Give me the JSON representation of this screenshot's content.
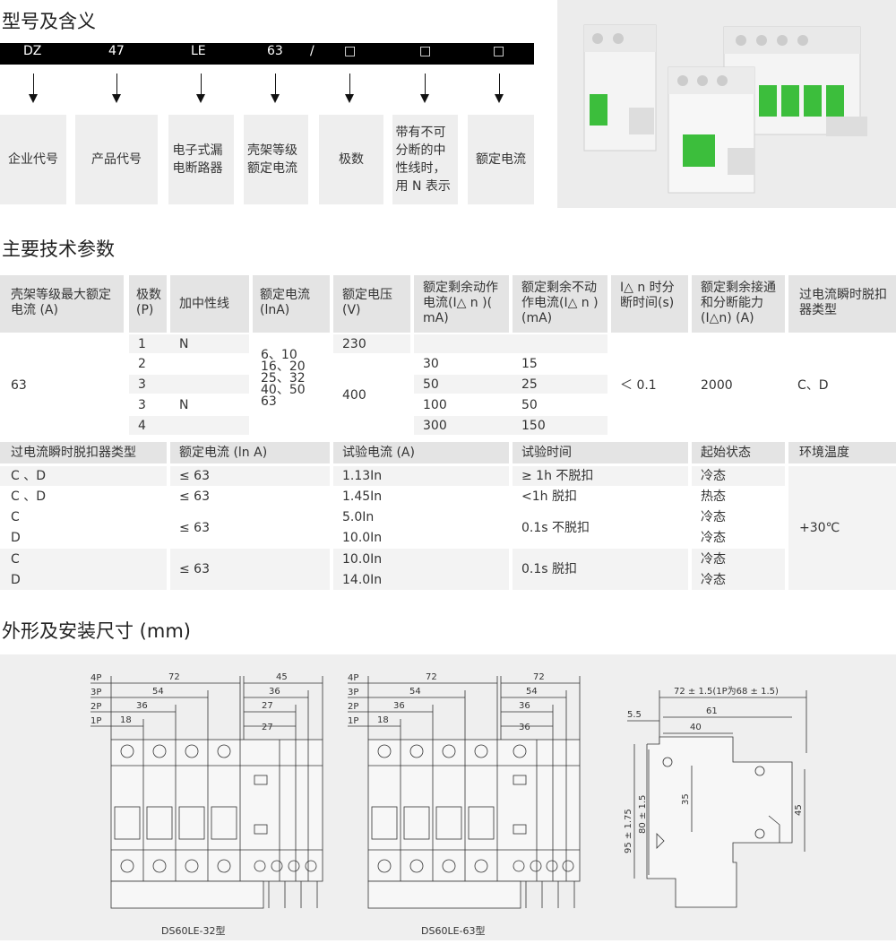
{
  "section1": {
    "title": "型号及含义",
    "code_parts": [
      "DZ",
      "47",
      "LE",
      "63",
      "/",
      "□",
      "□",
      "□"
    ],
    "meanings": [
      "企业代号",
      "产品代号",
      "电子式漏电断路器",
      "壳架等级额定电流",
      "极数",
      "带有不可分断的中性线时，用 N 表示",
      "额定电流"
    ]
  },
  "section2": {
    "title": "主要技术参数",
    "table1": {
      "headers": [
        "壳架等级最大额定电流 (A)",
        "极数(P)",
        "加中性线",
        "额定电流(lnA)",
        "额定电压(V)",
        "额定剩余动作电流(Ⅰ△ n )( mA)",
        "额定剩余不动作电流(Ⅰ△ n )(mA)",
        "Ⅰ△ n 时分断时间(s)",
        "额定剩余接通和分断能力(Ⅰ△n)  (A)",
        "过电流瞬时脱扣器类型"
      ],
      "frame_current": "63",
      "poles": [
        "1",
        "2",
        "3",
        "3",
        "4"
      ],
      "neutral": [
        "N",
        "",
        "",
        "N",
        ""
      ],
      "rated_current": "6、10\n16、20\n25、32\n40、50\n63",
      "voltage": [
        "230",
        "400"
      ],
      "residual_op": [
        "30",
        "50",
        "100",
        "300"
      ],
      "residual_nonop": [
        "15",
        "25",
        "50",
        "150"
      ],
      "break_time": "＜ 0.1",
      "capacity": "2000",
      "trip_type": "C、D"
    },
    "table2": {
      "headers": [
        "过电流瞬时脱扣器类型",
        "额定电流 (ln A)",
        "试验电流 (A)",
        "试验时间",
        "起始状态",
        "环境温度"
      ],
      "rows": [
        {
          "type": "C 、D",
          "current": "≤ 63",
          "test": "1.13In",
          "time": "≥ 1h 不脱扣",
          "state": "冷态"
        },
        {
          "type": "C 、D",
          "current": "≤ 63",
          "test": "1.45In",
          "time": "<1h 脱扣",
          "state": "热态"
        },
        {
          "type": "C",
          "type2": "D",
          "current": "≤ 63",
          "test": "5.0In",
          "test2": "10.0In",
          "time": "0.1s 不脱扣",
          "state": "冷态",
          "state2": "冷态"
        },
        {
          "type": "C",
          "type2": "D",
          "current": "≤ 63",
          "test": "10.0In",
          "test2": "14.0In",
          "time": "0.1s 脱扣",
          "state": "冷态",
          "state2": "冷态"
        }
      ],
      "ambient": "+30℃"
    }
  },
  "section3": {
    "title": "外形及安装尺寸 (mm)",
    "drawing1": {
      "pole_labels": [
        "4P",
        "3P",
        "2P",
        "1P"
      ],
      "left_dims": [
        "72",
        "54",
        "36",
        "18"
      ],
      "right_dims": [
        "45",
        "36",
        "27",
        "27"
      ],
      "caption": "DS60LE-32型"
    },
    "drawing2": {
      "pole_labels": [
        "4P",
        "3P",
        "2P",
        "1P"
      ],
      "left_dims": [
        "72",
        "54",
        "36",
        "18"
      ],
      "right_dims": [
        "72",
        "54",
        "36",
        "36"
      ],
      "caption": "DS60LE-63型"
    },
    "side_view": {
      "top_dim": "72 ± 1.5(1P为68 ± 1.5)",
      "dims": [
        "5.5",
        "61",
        "40",
        "95 ± 1.75",
        "80 ± 1.5",
        "35",
        "45"
      ]
    }
  },
  "colors": {
    "bar": "#000000",
    "header_bg": "#e4e4e4",
    "box_bg": "#eeeeee",
    "drawing_bg": "#efefef",
    "breaker_green": "#3cbe3c"
  }
}
